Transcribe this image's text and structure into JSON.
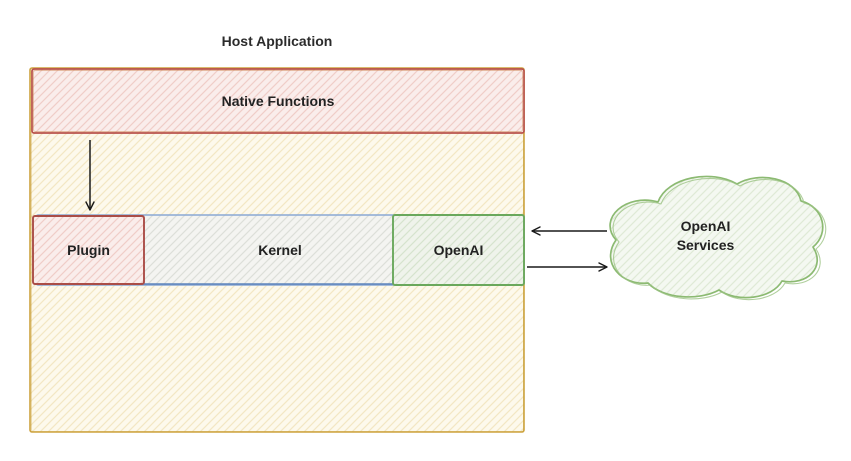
{
  "diagram": {
    "title": "Host Application",
    "boxes": {
      "native_functions": "Native Functions",
      "plugin": "Plugin",
      "kernel": "Kernel",
      "openai": "OpenAI",
      "cloud": "OpenAI Services"
    },
    "colors": {
      "host_border": "#cda33f",
      "host_fill": "#fdf9ec",
      "native_border": "#b9534b",
      "native_fill": "#faedeb",
      "plugin_border": "#aa4d47",
      "kernel_border": "#6f94c8",
      "kernel_fill": "#f4f4f1",
      "openai_border": "#6aa85c",
      "openai_fill": "#eff3eb",
      "cloud_border": "#8cba72",
      "cloud_fill": "#f4f8f1",
      "arrow": "#1a1a1a",
      "text": "#222222"
    }
  }
}
